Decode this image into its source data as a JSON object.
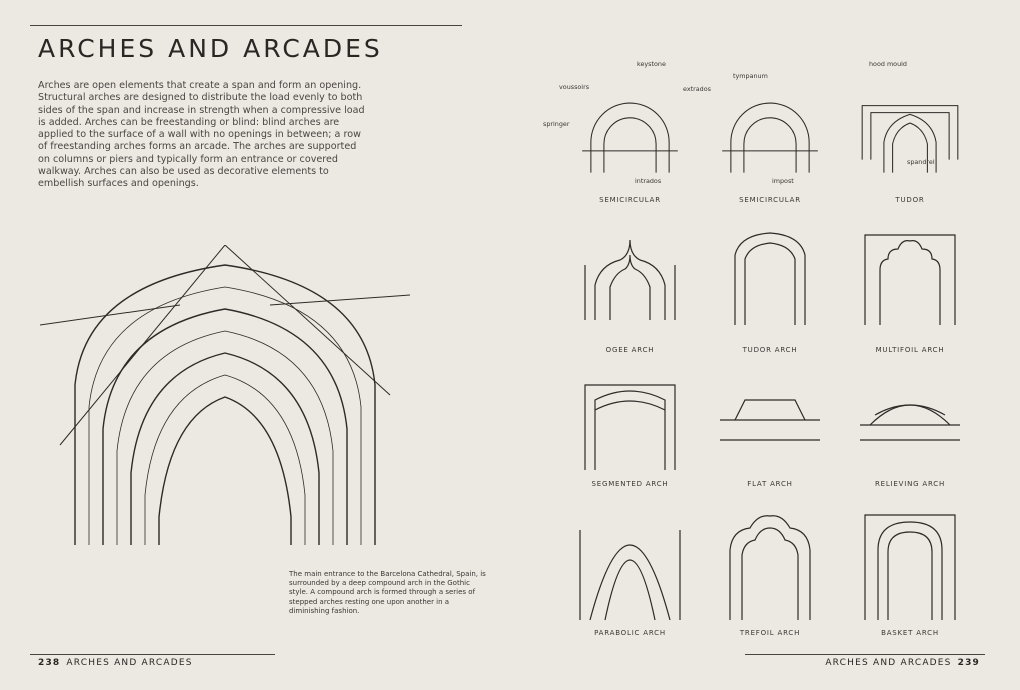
{
  "title": "ARCHES AND ARCADES",
  "intro": "Arches are open elements that create a span and form an opening. Structural arches are designed to distribute the load evenly to both sides of the span and increase in strength when a compressive load is added. Arches can be freestanding or blind: blind arches are applied to the surface of a wall with no openings in between; a row of freestanding arches forms an arcade. The arches are supported on columns or piers and typically form an entrance or covered walkway. Arches can also be used as decorative elements to embellish surfaces and openings.",
  "caption": "The main entrance to the Barcelona Cathedral, Spain, is surrounded by a deep compound arch in the Gothic style. A compound arch is formed through a series of stepped arches resting one upon another in a diminishing fashion.",
  "parts": {
    "keystone": "keystone",
    "voussoirs": "voussoirs",
    "extrados": "extrados",
    "springer": "springer",
    "intrados": "intrados",
    "tympanum": "tympanum",
    "impost": "impost",
    "hood_mould": "hood mould",
    "spandrel": "spandrel"
  },
  "arches": [
    {
      "label": "SEMICIRCULAR",
      "shape": "round"
    },
    {
      "label": "SEMICIRCULAR",
      "shape": "round2"
    },
    {
      "label": "TUDOR",
      "shape": "tudor"
    },
    {
      "label": "OGEE ARCH",
      "shape": "ogee"
    },
    {
      "label": "TUDOR ARCH",
      "shape": "tudor2"
    },
    {
      "label": "MULTIFOIL ARCH",
      "shape": "multifoil"
    },
    {
      "label": "SEGMENTED ARCH",
      "shape": "segment"
    },
    {
      "label": "FLAT ARCH",
      "shape": "flat"
    },
    {
      "label": "RELIEVING ARCH",
      "shape": "relieving"
    },
    {
      "label": "PARABOLIC ARCH",
      "shape": "parabolic"
    },
    {
      "label": "TREFOIL ARCH",
      "shape": "trefoil"
    },
    {
      "label": "BASKET ARCH",
      "shape": "basket"
    }
  ],
  "footer": {
    "left_page": "238",
    "left_title": "ARCHES AND ARCADES",
    "right_title": "ARCHES AND ARCADES",
    "right_page": "239"
  }
}
